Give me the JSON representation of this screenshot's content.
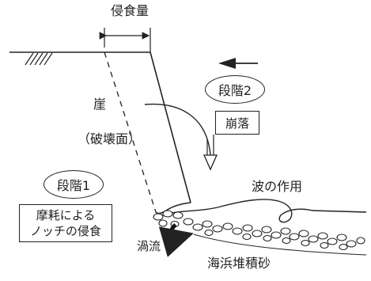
{
  "labels": {
    "erosion_amount": "侵食量",
    "cliff": "崖",
    "failure_surface": "（破壊面）",
    "stage2": "段階2",
    "collapse": "崩落",
    "stage1": "段階1",
    "abrasion_line1": "摩耗による",
    "abrasion_line2": "ノッチの侵食",
    "wave_action": "波の作用",
    "vortex": "渦流",
    "beach_deposit": "海浜堆積砂"
  }
}
